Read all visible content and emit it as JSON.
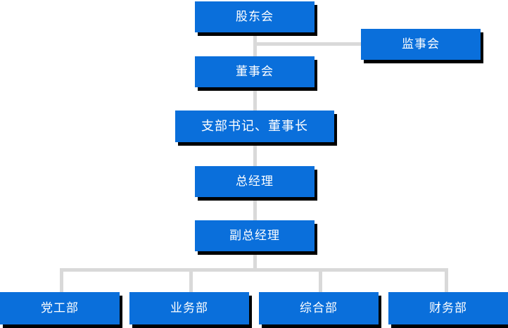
{
  "chart_title": "",
  "diagram": {
    "type": "org-chart",
    "background_color": "#ffffff",
    "node_color": "#0a6fdb",
    "node_text_color": "#ffffff",
    "connector_color": "#d9d9d9",
    "shadow_color": "#000000"
  },
  "nodes": {
    "shareholders_meeting": {
      "label": "股东会"
    },
    "board_of_supervisors": {
      "label": "监事会"
    },
    "board_of_directors": {
      "label": "董事会"
    },
    "branch_secretary_chairman": {
      "label": "支部书记、董事长"
    },
    "general_manager": {
      "label": "总经理"
    },
    "deputy_general_manager": {
      "label": "副总经理"
    },
    "departments": [
      {
        "label": "党工部"
      },
      {
        "label": "业务部"
      },
      {
        "label": "综合部"
      },
      {
        "label": "财务部"
      }
    ]
  }
}
